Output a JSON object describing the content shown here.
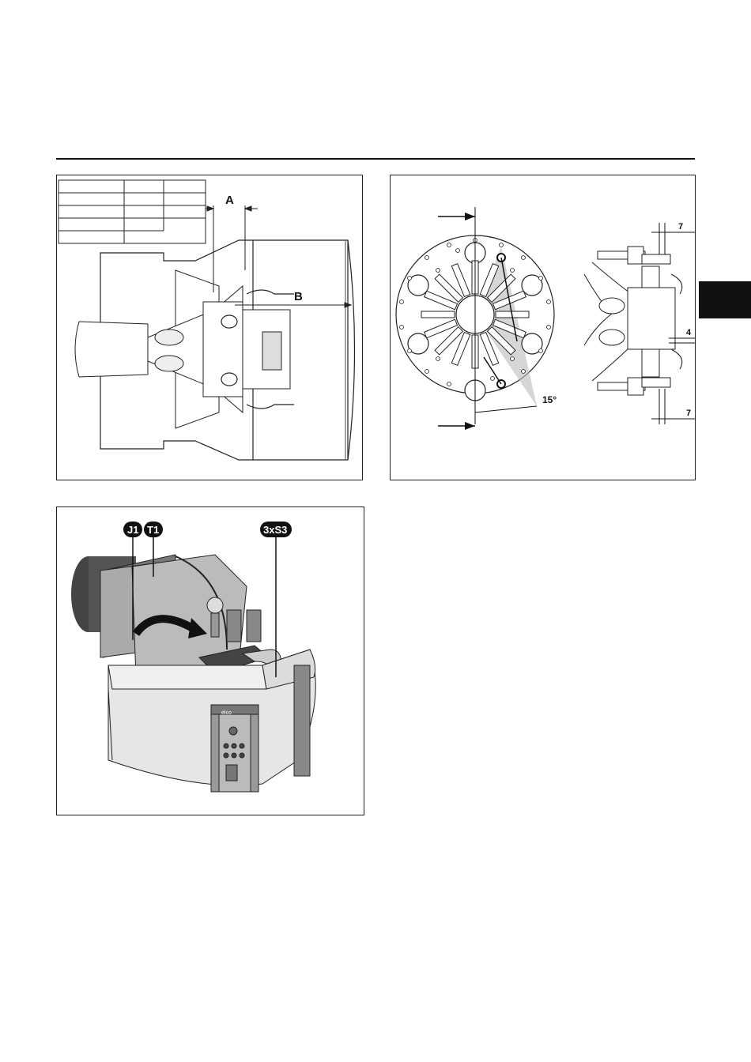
{
  "page": {
    "tab_marker_color": "#111111"
  },
  "figure_nozzle": {
    "dimension_a": "A",
    "dimension_b": "B",
    "table_rows": 4,
    "table_cols": 3
  },
  "figure_disc": {
    "angle_label": "15°",
    "gap_top": "7",
    "gap_middle": "4",
    "gap_bottom": "7"
  },
  "figure_burner": {
    "callouts": [
      "J1",
      "T1",
      "3xS3"
    ],
    "brand_label": "elco"
  }
}
